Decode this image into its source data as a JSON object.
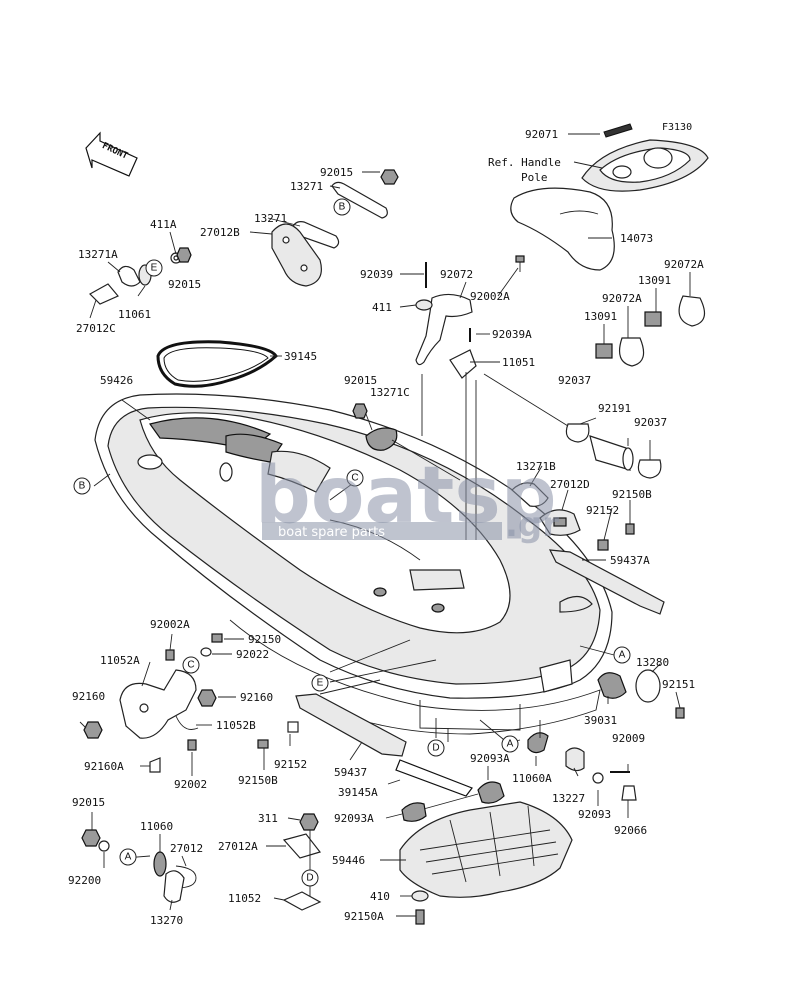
{
  "figure_code": "F3130",
  "front_label": "FRONT",
  "ref_note": "Ref. Handle Pole",
  "watermark": {
    "brand": "boatsp",
    "tld": ".gr",
    "tagline": "boat spare parts"
  },
  "refs": [
    "A",
    "B",
    "C",
    "D",
    "E"
  ],
  "parts": {
    "p92071": "92071",
    "p14073": "14073",
    "p92002A_top": "92002A",
    "p92072A_r": "92072A",
    "p13091_r": "13091",
    "p92072A_l": "92072A",
    "p13091_l": "13091",
    "p92015_top": "92015",
    "p13271_a": "13271",
    "p13271_b": "13271",
    "p27012B": "27012B",
    "p411A": "411A",
    "p13271A": "13271A",
    "p92015_l": "92015",
    "p11061": "11061",
    "p27012C": "27012C",
    "p92039": "92039",
    "p92072": "92072",
    "p411": "411",
    "p92039A": "92039A",
    "p11051": "11051",
    "p39145": "39145",
    "p59426": "59426",
    "p92015_m": "92015",
    "p13271C": "13271C",
    "p92037_a": "92037",
    "p92191": "92191",
    "p92037_b": "92037",
    "p13271B": "13271B",
    "p27012D": "27012D",
    "p92150B_r": "92150B",
    "p92152_r": "92152",
    "p59437A": "59437A",
    "p92002A_l": "92002A",
    "p92150_l": "92150",
    "p92022": "92022",
    "p11052A": "11052A",
    "p92160_l": "92160",
    "p92160_r": "92160",
    "p11052B": "11052B",
    "p92160A": "92160A",
    "p92002": "92002",
    "p92152_m": "92152",
    "p92150B_m": "92150B",
    "p59437": "59437",
    "p39145A": "39145A",
    "p92093A_a": "92093A",
    "p11060A": "11060A",
    "p13280": "13280",
    "p92151": "92151",
    "p39031": "39031",
    "p92009": "92009",
    "p13227": "13227",
    "p92093": "92093",
    "p92066": "92066",
    "p92015_b": "92015",
    "p11060": "11060",
    "p27012": "27012",
    "p92200": "92200",
    "p13270": "13270",
    "p311": "311",
    "p27012A": "27012A",
    "p92093A_b": "92093A",
    "p59446": "59446",
    "p11052": "11052",
    "p410": "410",
    "p92150A": "92150A"
  }
}
